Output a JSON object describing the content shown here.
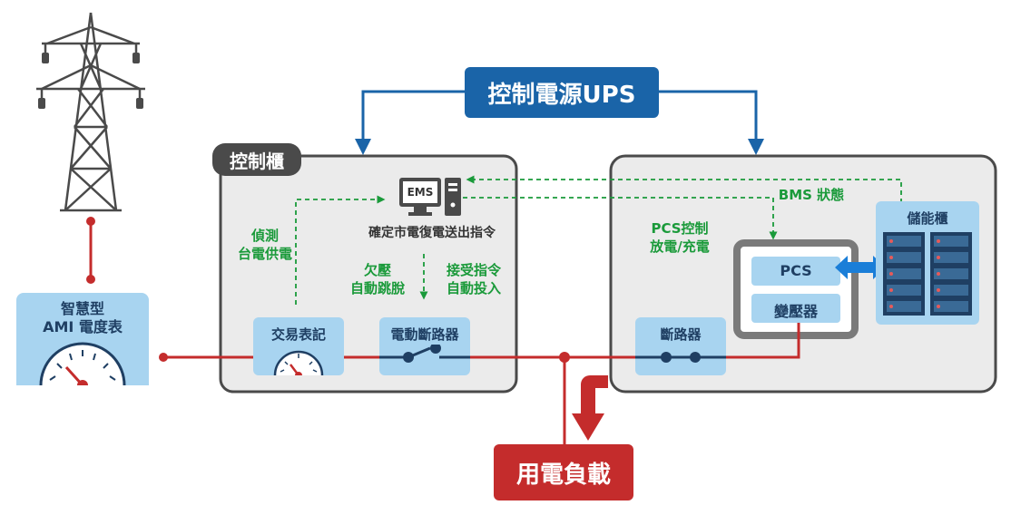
{
  "ups": {
    "label": "控制電源UPS"
  },
  "control_cabinet": {
    "label": "控制櫃"
  },
  "ems": {
    "label": "EMS",
    "caption": "確定市電復電送出指令"
  },
  "ami_meter": {
    "line1": "智慧型",
    "line2": "AMI 電度表"
  },
  "trade_meter": {
    "label": "交易表記"
  },
  "motor_breaker": {
    "label": "電動斷路器"
  },
  "breaker": {
    "label": "斷路器"
  },
  "pcs": {
    "label": "PCS"
  },
  "transformer": {
    "label": "變壓器"
  },
  "storage_cabinet": {
    "label": "儲能櫃"
  },
  "load": {
    "label": "用電負載"
  },
  "annotations": {
    "detect_line1": "偵測",
    "detect_line2": "台電供電",
    "undervoltage_line1": "欠壓",
    "undervoltage_line2": "自動跳脫",
    "accept_line1": "接受指令",
    "accept_line2": "自動投入",
    "pcs_control_line1": "PCS控制",
    "pcs_control_line2": "放電/充電",
    "bms_status": "BMS 狀態"
  },
  "colors": {
    "power_line": "#c42c2c",
    "control_blue": "#1a64a8",
    "signal_green": "#1a9a3a",
    "box_light_blue": "#a8d4f0",
    "panel_grey": "#ebebeb",
    "panel_border": "#4a4a4a"
  }
}
